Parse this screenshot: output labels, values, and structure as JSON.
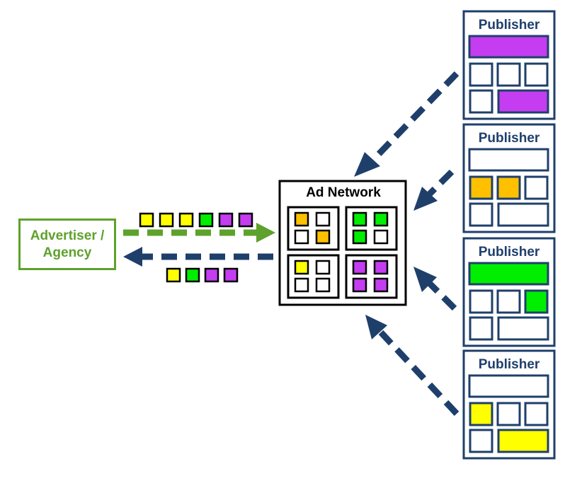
{
  "advertiser": {
    "label": "Advertiser / Agency"
  },
  "ad_network": {
    "title": "Ad Network",
    "cells": [
      [
        "orange",
        "white",
        "white",
        "orange"
      ],
      [
        "green",
        "green",
        "green",
        "white"
      ],
      [
        "yellow",
        "white",
        "white",
        "white"
      ],
      [
        "purple",
        "purple",
        "purple",
        "purple"
      ]
    ]
  },
  "flows": {
    "to_network": [
      "yellow",
      "yellow",
      "yellow",
      "green",
      "purple",
      "purple"
    ],
    "to_advertiser": [
      "yellow",
      "green",
      "purple",
      "purple"
    ]
  },
  "publishers": [
    {
      "title": "Publisher",
      "banner": "purple",
      "row2": [
        "white",
        "white",
        "white"
      ],
      "row3": [
        "white",
        "purple"
      ]
    },
    {
      "title": "Publisher",
      "banner": "white",
      "row2": [
        "orange",
        "orange",
        "white"
      ],
      "row3": [
        "white",
        "white"
      ]
    },
    {
      "title": "Publisher",
      "banner": "green",
      "row2": [
        "white",
        "white",
        "green"
      ],
      "row3": [
        "white",
        "white"
      ]
    },
    {
      "title": "Publisher",
      "banner": "white",
      "row2": [
        "yellow",
        "white",
        "white"
      ],
      "row3": [
        "white",
        "yellow"
      ]
    }
  ],
  "colors": {
    "yellow": "#ffff00",
    "green": "#00ee00",
    "purple": "#c43df0",
    "orange": "#ffc000",
    "white": "#ffffff",
    "navy": "#1f3f6b",
    "advertiser_green": "#5ea12c"
  }
}
